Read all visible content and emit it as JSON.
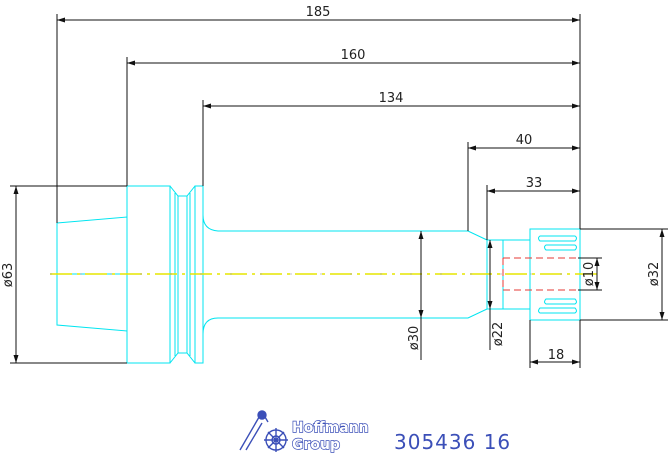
{
  "drawing": {
    "dimensions": {
      "overall_length": "185",
      "length_160": "160",
      "length_134": "134",
      "length_40": "40",
      "length_33": "33",
      "length_18": "18",
      "dia_63": "ø63",
      "dia_30": "ø30",
      "dia_22": "ø22",
      "dia_10": "ø10",
      "dia_32": "ø32"
    },
    "colors": {
      "outline": "#00e5f0",
      "centerline": "#e6e600",
      "hidden": "#e53935",
      "dimension": "#111111",
      "logo": "#3b4fb8"
    }
  },
  "title_block": {
    "logo_line1": "Hoffmann",
    "logo_line2": "Group",
    "part_number": "305436  16"
  }
}
